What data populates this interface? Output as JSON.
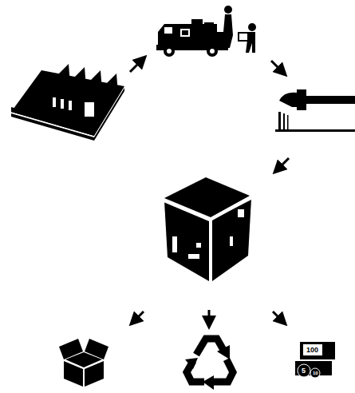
{
  "diagram": {
    "labels": [
      "100",
      "5",
      "10"
    ]
  }
}
